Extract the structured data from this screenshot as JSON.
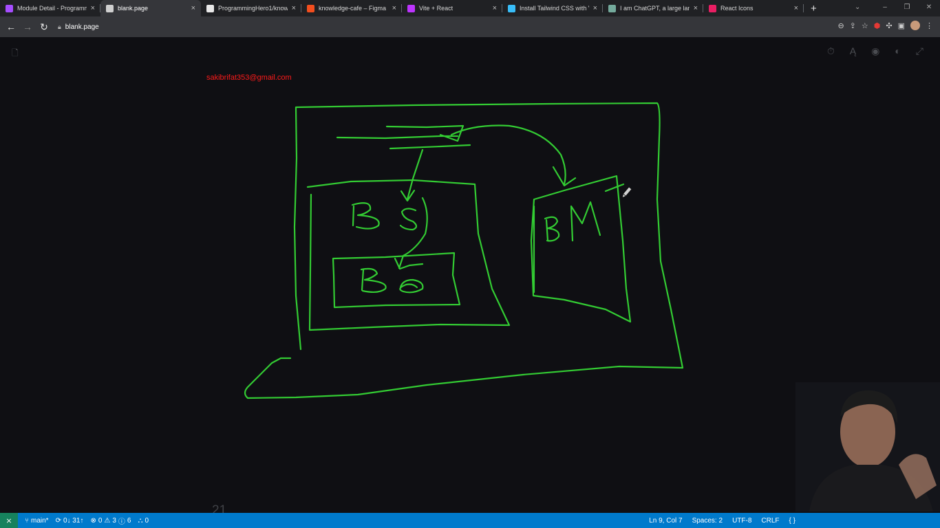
{
  "browser": {
    "tabs": [
      {
        "title": "Module Detail - Programm",
        "favicon_color": "#a64dff",
        "active": false
      },
      {
        "title": "blank.page",
        "favicon_color": "#cfcfcf",
        "active": true
      },
      {
        "title": "ProgrammingHero1/know",
        "favicon_color": "#e8e8e8",
        "active": false
      },
      {
        "title": "knowledge-cafe – Figma",
        "favicon_color": "#f24e1e",
        "active": false
      },
      {
        "title": "Vite + React",
        "favicon_color": "#bd34fe",
        "active": false
      },
      {
        "title": "Install Tailwind CSS with V",
        "favicon_color": "#38bdf8",
        "active": false
      },
      {
        "title": "I am ChatGPT, a large lang",
        "favicon_color": "#74aa9c",
        "active": false
      },
      {
        "title": "React Icons",
        "favicon_color": "#e91e63",
        "active": false
      }
    ],
    "close_glyph": "×",
    "new_tab": "+",
    "window_controls": {
      "tab_menu": "⌄",
      "minimize": "–",
      "restore": "❐",
      "close": "✕"
    },
    "address": "blank.page",
    "icons": [
      "back-icon",
      "forward-icon",
      "reload-icon",
      "lock-icon",
      "install-icon",
      "share-icon",
      "star-icon",
      "extension-red-icon",
      "puzzle-icon",
      "sidebar-icon",
      "profile-avatar",
      "kebab-menu-icon"
    ]
  },
  "page": {
    "email": "sakibrifat353@gmail.com",
    "stroke_color": "#33cc33",
    "toolbar_icons": [
      "timer-icon",
      "spellcheck-icon",
      "eye-icon",
      "contrast-icon",
      "expand-icon"
    ]
  },
  "editor": {
    "line_number": "21"
  },
  "statusbar": {
    "branch": "main*",
    "sync": "0↓ 31↑",
    "errors": "0",
    "warnings": "3",
    "info": "6",
    "ports": "0",
    "position": "Ln 9, Col 7",
    "spaces": "Spaces: 2",
    "encoding": "UTF-8",
    "eol": "CRLF",
    "language": "{ }"
  },
  "colors": {
    "tabbar": "#202124",
    "addressbar": "#35363a",
    "canvas": "#0f0f13",
    "statusbar": "#007acc",
    "remote": "#16825d",
    "email": "#ff1a1a"
  }
}
